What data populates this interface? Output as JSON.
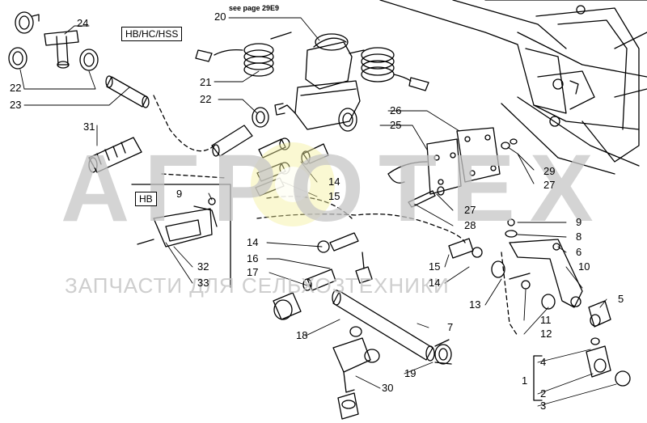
{
  "labels": {
    "variant_box": "HB/HC/HSS",
    "inset_box": "HB",
    "page_ref": "see page 29E9"
  },
  "watermark": {
    "logo_text": "АГРОТЕХ",
    "tagline": "ЗАПЧАСТИ ДЛЯ СЕЛЬХОЗТЕХНИКИ"
  },
  "callouts": {
    "n20": "20",
    "n24": "24",
    "n22a": "22",
    "n23": "23",
    "n21": "21",
    "n22b": "22",
    "n31": "31",
    "n26": "26",
    "n25": "25",
    "n29": "29",
    "n27a": "27",
    "n14a": "14",
    "n15a": "15",
    "n9a": "9",
    "n27b": "27",
    "n28": "28",
    "n9b": "9",
    "n8": "8",
    "n6": "6",
    "n14b": "14",
    "n16": "16",
    "n32": "32",
    "n33": "33",
    "n17": "17",
    "n15b": "15",
    "n14c": "14",
    "n10": "10",
    "n13": "13",
    "n5": "5",
    "n11": "11",
    "n7": "7",
    "n18": "18",
    "n12": "12",
    "n4": "4",
    "n19": "19",
    "n1": "1",
    "n2": "2",
    "n30": "30",
    "n3": "3"
  },
  "colors": {
    "line": "#000000",
    "watermark": "#c6c6c6",
    "logo_ring": "#f4ef9c"
  }
}
